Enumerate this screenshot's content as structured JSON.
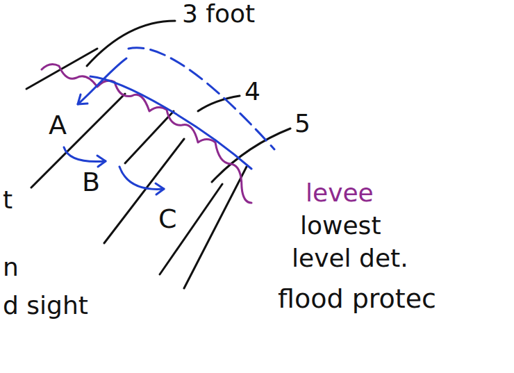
{
  "diagram": {
    "labels": [
      "3 foot",
      "4",
      "5",
      "A",
      "B",
      "C",
      "levee",
      "lowest",
      "level det.",
      "flood protec",
      "t",
      "n",
      "d sight"
    ]
  }
}
